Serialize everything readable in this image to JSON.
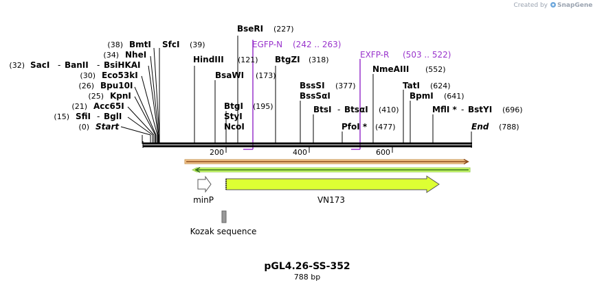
{
  "app": {
    "watermark_prefix": "Created by",
    "watermark_brand": "SnapGene"
  },
  "plasmid": {
    "name": "pGL4.26-SS-352",
    "length_label": "788 bp"
  },
  "left_sites": [
    {
      "pos": "(38)",
      "name": "BmtI",
      "extra_name": "SfcI",
      "extra_pos": "(39)"
    },
    {
      "pos": "(34)",
      "name": "NheI"
    },
    {
      "pos": "(32)",
      "name": "SacI",
      "sep1": "-",
      "name2": "BanII",
      "sep2": "-",
      "name3": "BsiHKAI"
    },
    {
      "pos": "(30)",
      "name": "Eco53kI"
    },
    {
      "pos": "(26)",
      "name": "Bpu10I"
    },
    {
      "pos": "(25)",
      "name": "KpnI"
    },
    {
      "pos": "(21)",
      "name": "Acc65I"
    },
    {
      "pos": "(15)",
      "name": "SfiI",
      "sep1": "-",
      "name2": "BglI"
    },
    {
      "pos": "(0)",
      "name": "Start"
    }
  ],
  "sites": [
    {
      "name": "BseRI",
      "pos": "(227)"
    },
    {
      "name": "HindIII",
      "pos": "(121)"
    },
    {
      "name": "BtgZI",
      "pos": "(318)"
    },
    {
      "name": "BsaWI",
      "pos": "(173)"
    },
    {
      "name": "BtgI",
      "pos": "(195)"
    },
    {
      "name": "StyI"
    },
    {
      "name": "NcoI"
    },
    {
      "name": "BssSI",
      "pos": "(377)"
    },
    {
      "name": "BssSαI"
    },
    {
      "name": "BtsI",
      "sep": "-",
      "name2": "BtsαI",
      "pos": "(410)"
    },
    {
      "name": "PfoI *",
      "pos": "(477)"
    },
    {
      "name": "NmeAIII",
      "pos": "(552)"
    },
    {
      "name": "TatI",
      "pos": "(624)"
    },
    {
      "name": "BpmI",
      "pos": "(641)"
    },
    {
      "name": "MflI *",
      "sep": "-",
      "name2": "BstYI",
      "pos": "(696)"
    },
    {
      "name": "End",
      "pos": "(788)"
    }
  ],
  "primers": [
    {
      "name": "EGFP-N",
      "range": "(242 .. 263)"
    },
    {
      "name": "EXFP-R",
      "range": "(503 .. 522)"
    }
  ],
  "ruler": {
    "ticks": [
      "200",
      "400",
      "600"
    ]
  },
  "features": {
    "minP": "minP",
    "vn173": "VN173",
    "kozak": "Kozak sequence"
  },
  "colors": {
    "backbone": "#000000",
    "primer": "#9933cc",
    "fwd_arrow_fill": "#f5c48a",
    "fwd_arrow_stroke": "#a0522d",
    "rev_arrow_fill": "#ccff66",
    "rev_arrow_stroke": "#2e7d32",
    "vn173_fill": "#ddff33",
    "kozak_fill": "#999999"
  }
}
